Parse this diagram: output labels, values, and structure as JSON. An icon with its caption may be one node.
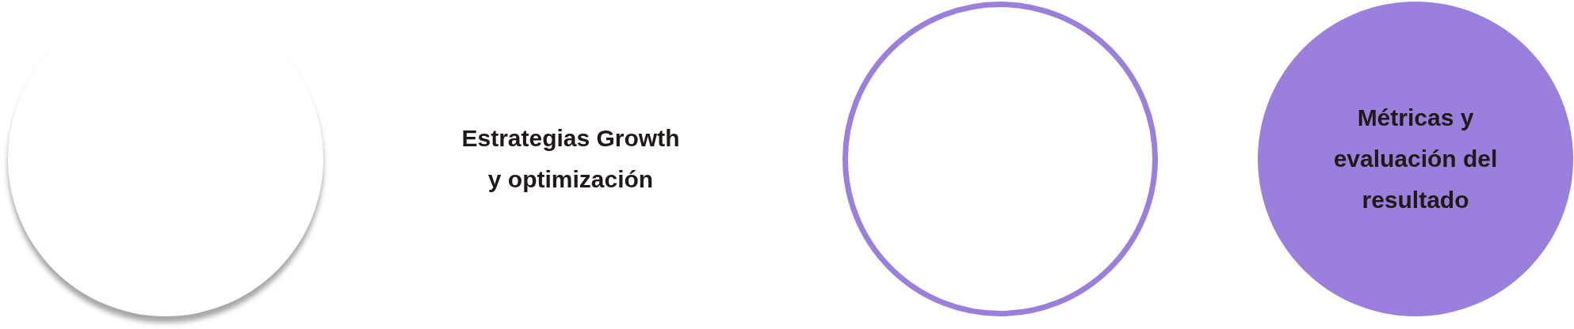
{
  "diagram": {
    "nodes": [
      {
        "text": [],
        "shape": "circle"
      },
      {
        "text": [
          "Estrategias Growth y optimización"
        ]
      },
      {
        "text": [],
        "shape": "circle"
      },
      {
        "text": [
          "Métricas y evaluación del resultado"
        ]
      }
    ]
  }
}
